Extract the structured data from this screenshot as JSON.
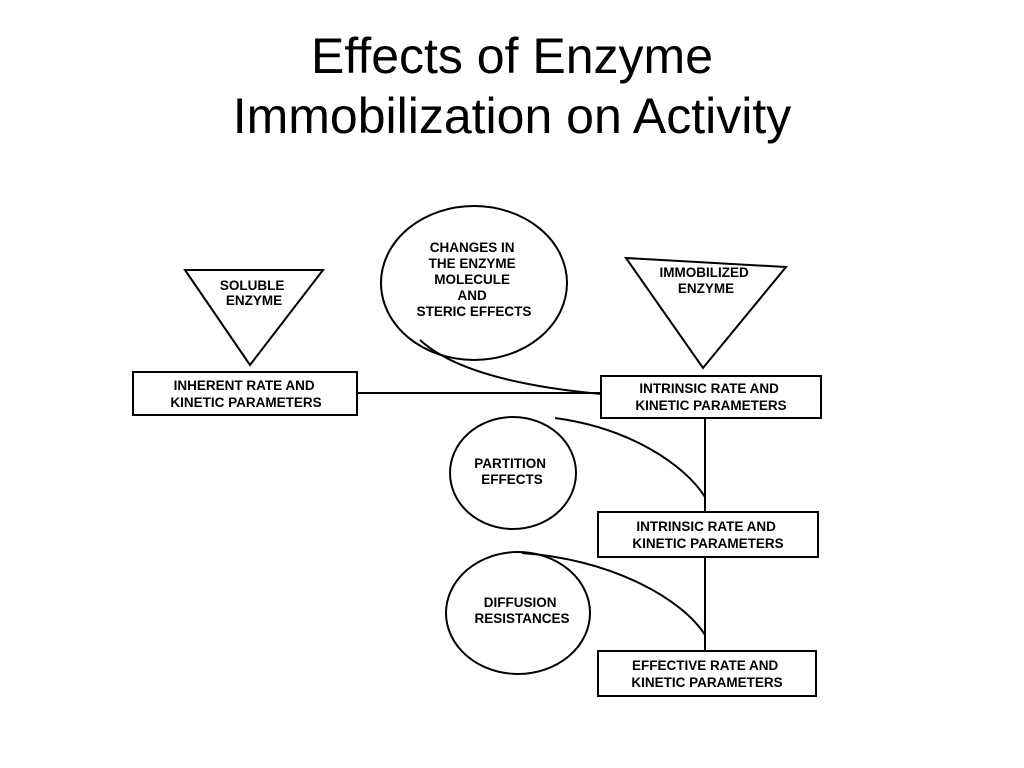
{
  "slide": {
    "title_line1": "Effects of Enzyme",
    "title_line2": "Immobilization on Activity"
  },
  "diagram": {
    "soluble_enzyme": [
      "SOLUBLE",
      "ENZYME"
    ],
    "immobilized_enzyme": [
      "IMMOBILIZED",
      "ENZYME"
    ],
    "changes_in_enzyme": [
      "CHANGES IN",
      "THE ENZYME",
      "MOLECULE",
      "AND",
      "STERIC EFFECTS"
    ],
    "inherent_rate": [
      "INHERENT RATE AND",
      "KINETIC PARAMETERS"
    ],
    "intrinsic_rate_1": [
      "INTRINSIC RATE AND",
      "KINETIC PARAMETERS"
    ],
    "partition_effects": [
      "PARTITION",
      "EFFECTS"
    ],
    "intrinsic_rate_2": [
      "INTRINSIC RATE AND",
      "KINETIC PARAMETERS"
    ],
    "diffusion_resistances": [
      "DIFFUSION",
      "RESISTANCES"
    ],
    "effective_rate": [
      "EFFECTIVE RATE AND",
      "KINETIC PARAMETERS"
    ]
  }
}
